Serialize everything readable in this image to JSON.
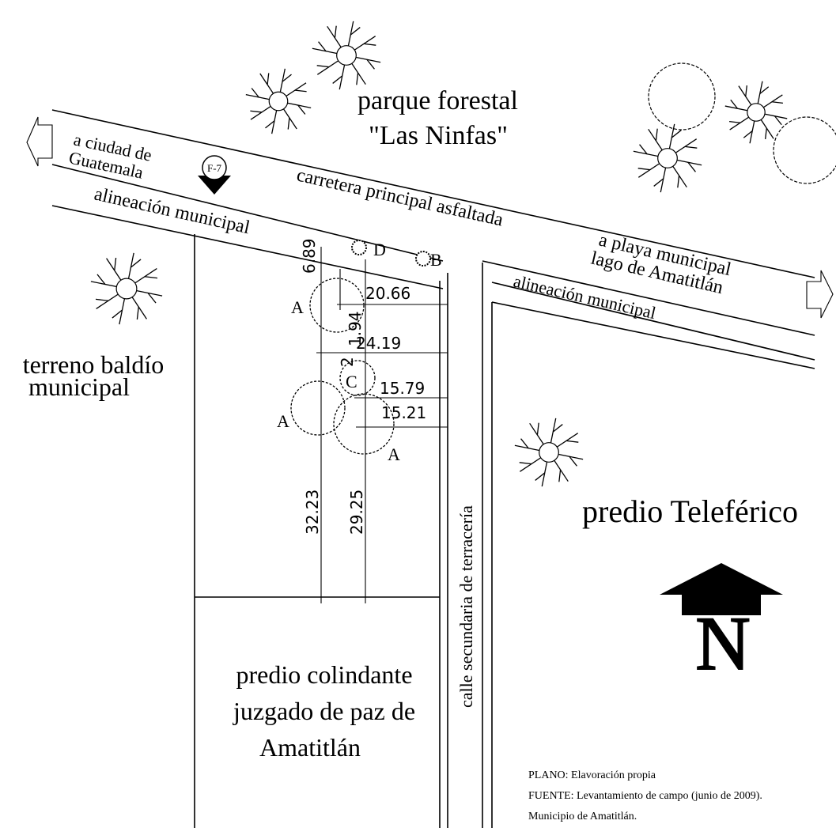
{
  "labels": {
    "park": [
      "parque forestal",
      "\"Las Ninfas\""
    ],
    "to_city": [
      "a ciudad de",
      "Guatemala"
    ],
    "marker": "F-7",
    "main_road": "carretera principal asfaltada",
    "alignment_left": "alineación municipal",
    "alignment_right": "alineación municipal",
    "to_beach": [
      "a playa municipal",
      "lago de Amatitlán"
    ],
    "vacant_lot": [
      "terreno baldío",
      "municipal"
    ],
    "cablecar_lot": "predio Teleférico",
    "side_street": "calle secundaria de terracería",
    "neighbor_lot": [
      "predio colindante",
      "juzgado de paz de",
      "Amatitlán"
    ],
    "north": "N"
  },
  "trees_marked": [
    {
      "id": "tree-a1",
      "letter": "A"
    },
    {
      "id": "tree-a2",
      "letter": "A"
    },
    {
      "id": "tree-a3",
      "letter": "A"
    },
    {
      "id": "tree-b",
      "letter": "B"
    },
    {
      "id": "tree-c",
      "letter": "C"
    },
    {
      "id": "tree-d",
      "letter": "D"
    }
  ],
  "dimensions": {
    "d1": "6.89",
    "d2": "20.66",
    "d3": "1.94",
    "d4": "24.19",
    "d5": "2",
    "d6": "15.79",
    "d7": "15.21",
    "d8": "32.23",
    "d9": "29.25"
  },
  "credits": [
    "PLANO: Elavoración propia",
    "FUENTE: Levantamiento de campo (junio de 2009).",
    "Municipio de Amatitlán."
  ]
}
